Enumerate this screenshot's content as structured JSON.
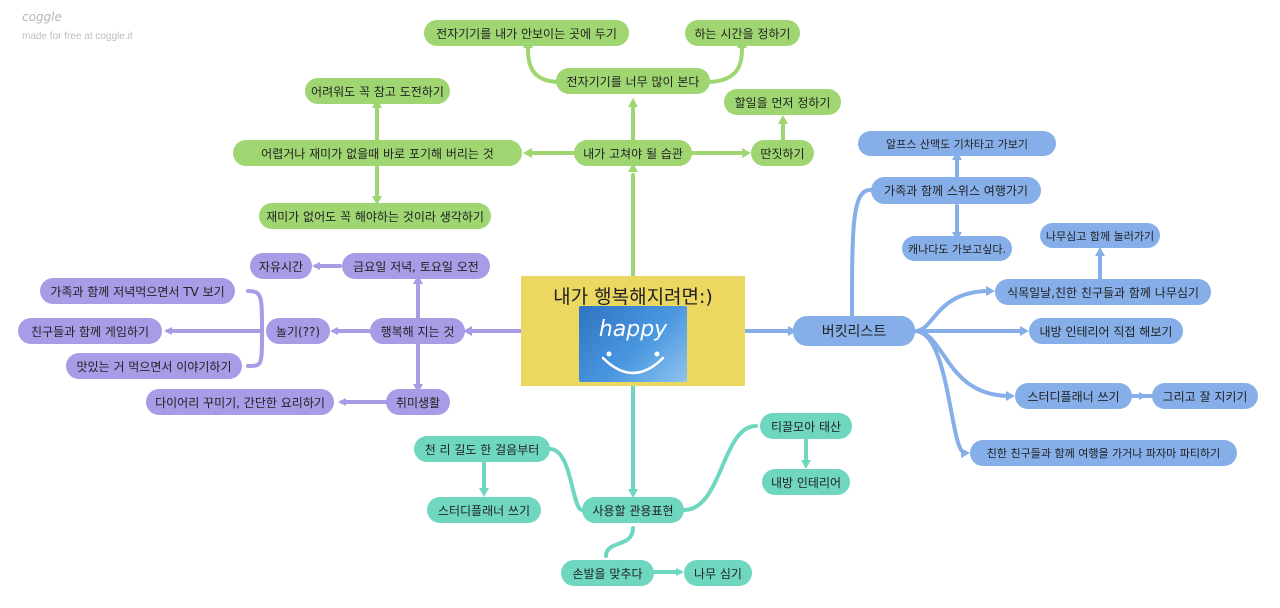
{
  "watermark": {
    "brand": "coggle",
    "subtitle": "made for free at coggle.it"
  },
  "colors": {
    "green": "#9fd672",
    "blue": "#86aee8",
    "purple": "#a99be6",
    "teal": "#6fd6bf",
    "central": "#ecd761"
  },
  "central": {
    "title": "내가 행복해지려면:)",
    "image_text": "happy"
  },
  "green": {
    "main": "내가 고쳐야 될 습관",
    "devices": "전자기기를 너무 많이 본다",
    "devices_hide": "전자기기를 내가 안보이는 곳에 두기",
    "set_time": "하는 시간을 정하기",
    "distract": "딴짓하기",
    "todo_first": "할일을 먼저 정하기",
    "give_up": "어렵거나 재미가 없을때 바로 포기해 버리는 것",
    "challenge": "어려워도 꼭 참고 도전하기",
    "must_do": "재미가 없어도 꼭 해야하는 것이라 생각하기"
  },
  "blue": {
    "main": "버킷리스트",
    "swiss": "가족과 함께 스위스 여행가기",
    "alps": "알프스 산맥도 기차타고 가보기",
    "canada": "캐나다도 가보고싶다.",
    "arbor": "식목일날,친한 친구들과 함께 나무심기",
    "arbor_sub": "나무심고 함께 놀러가기",
    "interior": "내방 인테리어 직접 해보기",
    "planner": "스터디플래너 쓰기",
    "planner_keep": "그리고 잘 지키기",
    "pajama": "친한 친구들과 함께 여행을 가거나 파자마 파티하기"
  },
  "purple": {
    "main": "행복해 지는 것",
    "weekend": "금요일 저녁, 토요일 오전",
    "free_time": "자유시간",
    "play": "놀기(??)",
    "tv": "가족과 함께 저녁먹으면서 TV 보기",
    "game": "친구들과 함께 게임하기",
    "eat": "맛있는 거 먹으면서 이야기하기",
    "hobby": "취미생활",
    "diary": "다이어리 꾸미기, 간단한 요리하기"
  },
  "teal": {
    "main": "사용할 관용표현",
    "thousand": "천 리 길도 한 걸음부터",
    "study": "스터디플래너 쓰기",
    "dust": "티끌모아 태산",
    "room": "내방 인테리어",
    "sync": "손발을 맞추다",
    "tree": "나무 심기"
  }
}
